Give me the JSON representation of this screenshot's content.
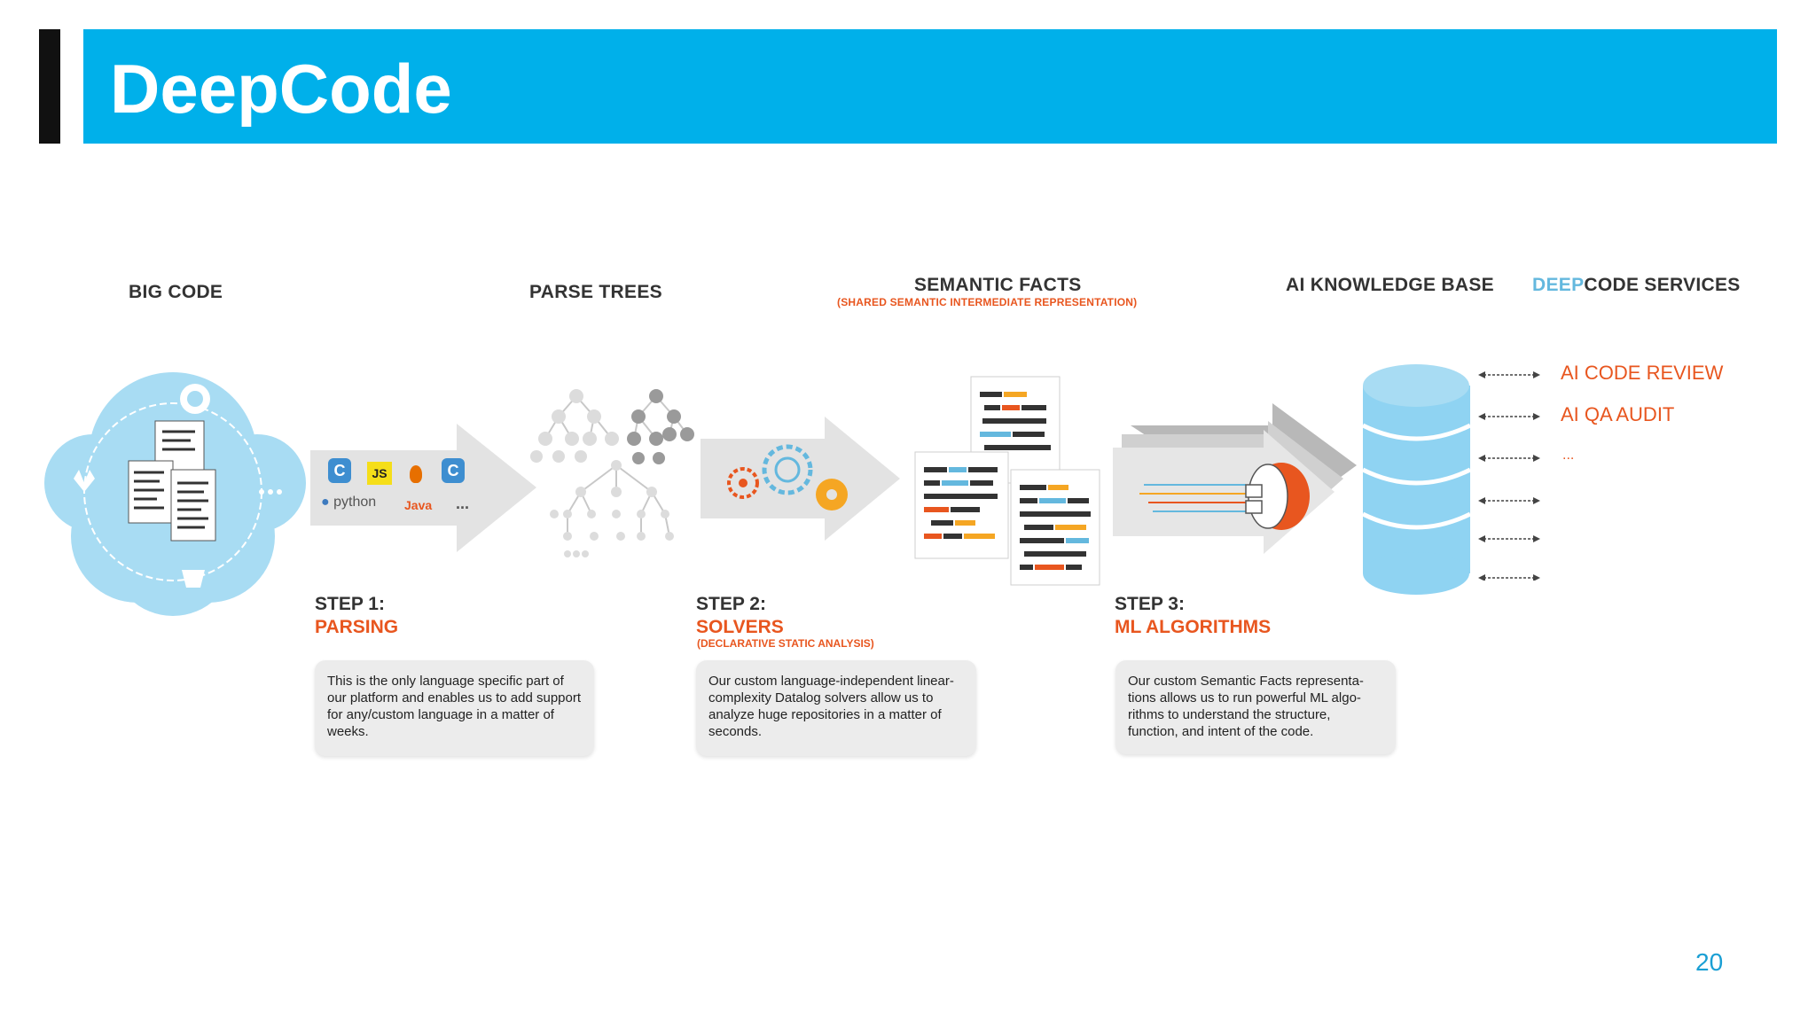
{
  "header": {
    "title": "DeepCode"
  },
  "columns": {
    "big_code": "BIG CODE",
    "parse_trees": "PARSE TREES",
    "semantic_facts": "SEMANTIC FACTS",
    "semantic_facts_sub": "(SHARED SEMANTIC INTERMEDIATE REPRESENTATION)",
    "ai_knowledge_base": "AI KNOWLEDGE BASE",
    "services_brand": "DEEP",
    "services_rest": "CODE SERVICES"
  },
  "languages": {
    "js": "JS",
    "python": "python",
    "java": "Java",
    "more": "..."
  },
  "steps": [
    {
      "num": "STEP 1:",
      "name": "PARSING",
      "sub": "",
      "desc": "This is the only language specific part of our platform and enables us to add support for any/custom language in a matter of weeks."
    },
    {
      "num": "STEP 2:",
      "name": "SOLVERS",
      "sub": "(DECLARATIVE STATIC ANALYSIS)",
      "desc": "Our custom language-independent linear-complexity Datalog solvers allow us to analyze huge repositories in a matter of seconds."
    },
    {
      "num": "STEP 3:",
      "name": "ML ALGORITHMS",
      "sub": "",
      "desc": "Our custom Semantic Facts representa- tions allows us to run powerful ML algo- rithms to understand the structure, function, and intent of the code."
    }
  ],
  "services": {
    "items": [
      "AI CODE REVIEW",
      "AI QA AUDIT"
    ],
    "more": "..."
  },
  "page_number": "20",
  "colors": {
    "header": "#00b0ea",
    "accent_orange": "#e8561f",
    "cloud_blue": "#a8dcf3",
    "db_blue": "#8fd3f2",
    "arrow_gray": "#e3e3e3"
  }
}
